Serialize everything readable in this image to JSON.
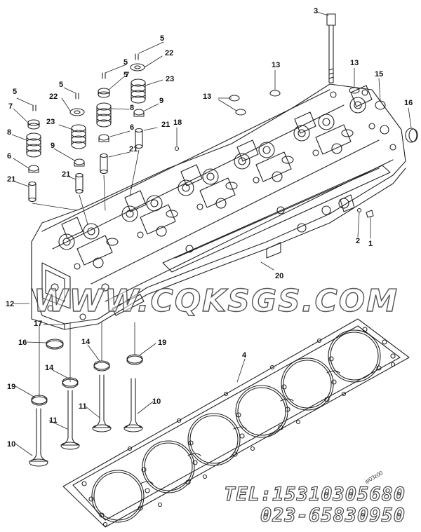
{
  "callouts": [
    {
      "id": "c3",
      "text": "3"
    },
    {
      "id": "c5a",
      "text": "5"
    },
    {
      "id": "c5b",
      "text": "5"
    },
    {
      "id": "c22a",
      "text": "22"
    },
    {
      "id": "c5c",
      "text": "5"
    },
    {
      "id": "c7a",
      "text": "7"
    },
    {
      "id": "c23a",
      "text": "23"
    },
    {
      "id": "c5d",
      "text": "5"
    },
    {
      "id": "c5e",
      "text": "5"
    },
    {
      "id": "c22b",
      "text": "22"
    },
    {
      "id": "c7b",
      "text": "7"
    },
    {
      "id": "c8a",
      "text": "8"
    },
    {
      "id": "c9a",
      "text": "9"
    },
    {
      "id": "c23b",
      "text": "23"
    },
    {
      "id": "c6a",
      "text": "6"
    },
    {
      "id": "c21a",
      "text": "21"
    },
    {
      "id": "c8b",
      "text": "8"
    },
    {
      "id": "c9b",
      "text": "9"
    },
    {
      "id": "c21b",
      "text": "21"
    },
    {
      "id": "c6b",
      "text": "6"
    },
    {
      "id": "c21c",
      "text": "21"
    },
    {
      "id": "c21d",
      "text": "21"
    },
    {
      "id": "c18",
      "text": "18"
    },
    {
      "id": "c13a",
      "text": "13"
    },
    {
      "id": "c13b",
      "text": "13"
    },
    {
      "id": "c13c",
      "text": "13"
    },
    {
      "id": "c15",
      "text": "15"
    },
    {
      "id": "c16a",
      "text": "16"
    },
    {
      "id": "c2",
      "text": "2"
    },
    {
      "id": "c1",
      "text": "1"
    },
    {
      "id": "c20",
      "text": "20"
    },
    {
      "id": "c12",
      "text": "12"
    },
    {
      "id": "c17",
      "text": "17"
    },
    {
      "id": "c16b",
      "text": "16"
    },
    {
      "id": "c14a",
      "text": "14"
    },
    {
      "id": "c19a",
      "text": "19"
    },
    {
      "id": "c14b",
      "text": "14"
    },
    {
      "id": "c19b",
      "text": "19"
    },
    {
      "id": "c11a",
      "text": "11"
    },
    {
      "id": "c10a",
      "text": "10"
    },
    {
      "id": "c11b",
      "text": "11"
    },
    {
      "id": "c10b",
      "text": "10"
    },
    {
      "id": "c4",
      "text": "4"
    }
  ],
  "part_number": "ip03z00",
  "watermark": "WWW.CQKSGS.COM",
  "contact": {
    "tel": "TEL:15310305680",
    "phone2": "023-65830950"
  },
  "colors": {
    "line": "#222222",
    "watermark_stroke": "#555555"
  }
}
